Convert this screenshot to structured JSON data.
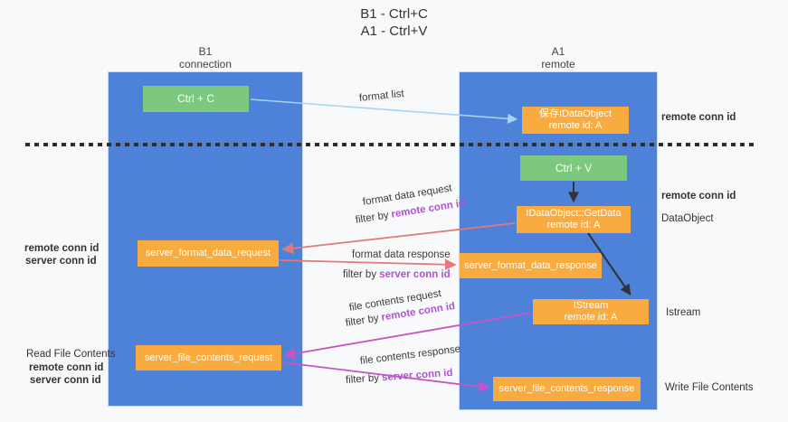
{
  "palette": {
    "background": "#f8f9fa",
    "column_blue": "#4d82d8",
    "node_orange": "#f9ab40",
    "node_green": "#7cc87f",
    "arrow_light_blue": "#a8d3f2",
    "arrow_salmon": "#e57878",
    "arrow_magenta": "#c852c8",
    "arrow_black": "#333333",
    "label_purple": "#ae54cf",
    "label_green": "#4caf50",
    "text_dark": "#333333"
  },
  "title": {
    "line1": "B1 - Ctrl+C",
    "line2": "A1 - Ctrl+V"
  },
  "columns": {
    "left": {
      "title": "B1",
      "subtitle": "connection"
    },
    "right": {
      "title": "A1",
      "subtitle": "remote"
    }
  },
  "nodes": {
    "ctrl_c": {
      "label": "Ctrl + C"
    },
    "ctrl_v": {
      "label": "Ctrl + V"
    },
    "save_idataobject": {
      "line1": "保存IDataObject",
      "line2": "remote id: A"
    },
    "idataobject_getdata": {
      "line1": "IDataObject::GetData",
      "line2": "remote id: A"
    },
    "istream": {
      "line1": "IStream",
      "line2": "remote id: A"
    },
    "server_format_data_request": {
      "label": "server_format_data_request"
    },
    "server_format_data_response": {
      "label": "server_format_data_response"
    },
    "server_file_contents_request": {
      "label": "server_file_contents_request"
    },
    "server_file_contents_response": {
      "label": "server_file_contents_response"
    }
  },
  "edge_labels": {
    "format_list": "format list",
    "format_data_request": "format data request",
    "format_data_response": "format data response",
    "file_contents_request": "file contents request",
    "file_contents_response": "file contents response",
    "filter_by": "filter by",
    "remote_conn_id": "remote conn id",
    "server_conn_id": "server conn id"
  },
  "side_labels": {
    "right_remote_conn_id_top": "remote conn id",
    "right_remote_conn_id_mid": "remote conn id",
    "right_dataobject": "DataObject",
    "right_istream": "Istream",
    "right_write_file_contents": "Write File Contents",
    "left_remote_conn_id_mid": "remote conn id",
    "left_server_conn_id_mid": "server conn id",
    "left_read_file_contents": "Read File Contents",
    "left_remote_conn_id_bottom": "remote conn id",
    "left_server_conn_id_bottom": "server conn id"
  }
}
